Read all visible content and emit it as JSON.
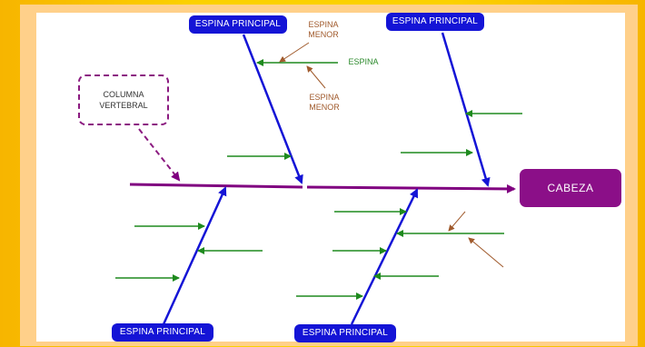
{
  "diagram": {
    "head_label": "CABEZA",
    "column_label": "COLUMNA\nVERTEBRAL",
    "spines": {
      "top_left": "ESPINA PRINCIPAL",
      "top_right": "ESPINA PRINCIPAL",
      "bottom_left": "ESPINA PRINCIPAL",
      "bottom_right": "ESPINA PRINCIPAL"
    },
    "annotations": {
      "minor_top": "ESPINA\nMENOR",
      "spine": "ESPINA",
      "minor_bottom": "ESPINA\nMENOR"
    }
  },
  "colors": {
    "backbone": "#800080",
    "main_spine": "#1414d6",
    "minor_spine": "#1e8a1e",
    "annotation_arrow": "#a05a2c",
    "head_box": "#8b0f88",
    "border_orange": "#f7b500"
  }
}
